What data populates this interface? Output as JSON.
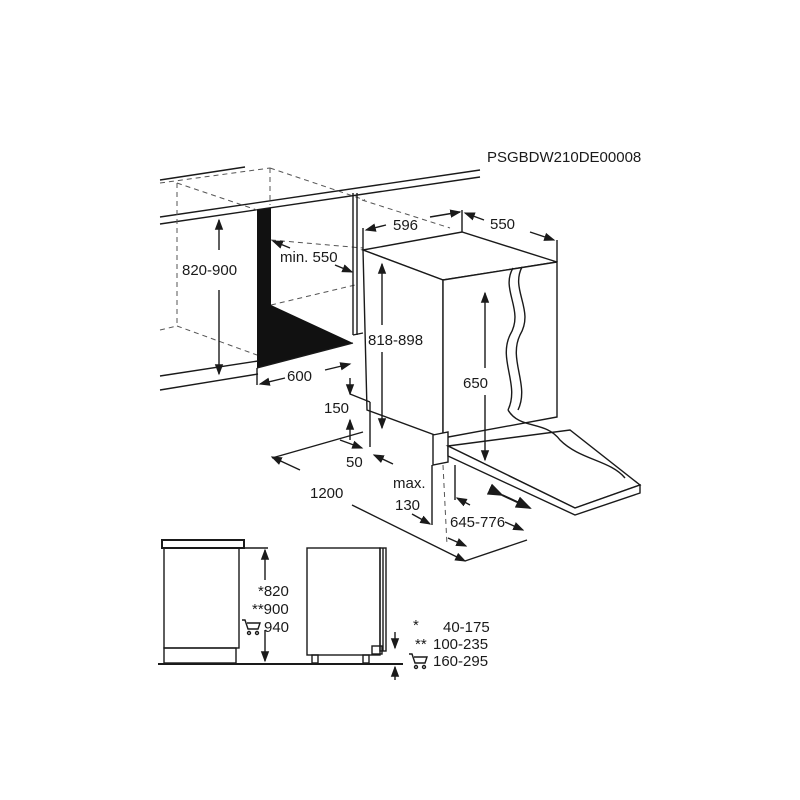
{
  "diagram": {
    "code": "PSGBDW210DE00008",
    "colors": {
      "ink": "#1a1a1a",
      "background": "#ffffff",
      "niche": "#111111"
    },
    "dimensions": {
      "niche_height": "820-900",
      "min_depth": "min. 550",
      "niche_width": "600",
      "appliance_width": "596",
      "appliance_depth": "550",
      "appliance_height": "818-898",
      "door_height": "650",
      "plinth_clearance": "150",
      "gap": "50",
      "open_door_depth": "1200",
      "max_label": "max.",
      "max_value": "130",
      "plinth_range": "645-776"
    },
    "bottom_left": {
      "line1": "*820",
      "line2": "**900",
      "line3": "940",
      "icon": "shopping-cart-icon"
    },
    "bottom_right": {
      "line1_mark": "*",
      "line1": "40-175",
      "line2_mark": "**",
      "line2": "100-235",
      "line3": "160-295",
      "icon": "shopping-cart-icon"
    }
  }
}
